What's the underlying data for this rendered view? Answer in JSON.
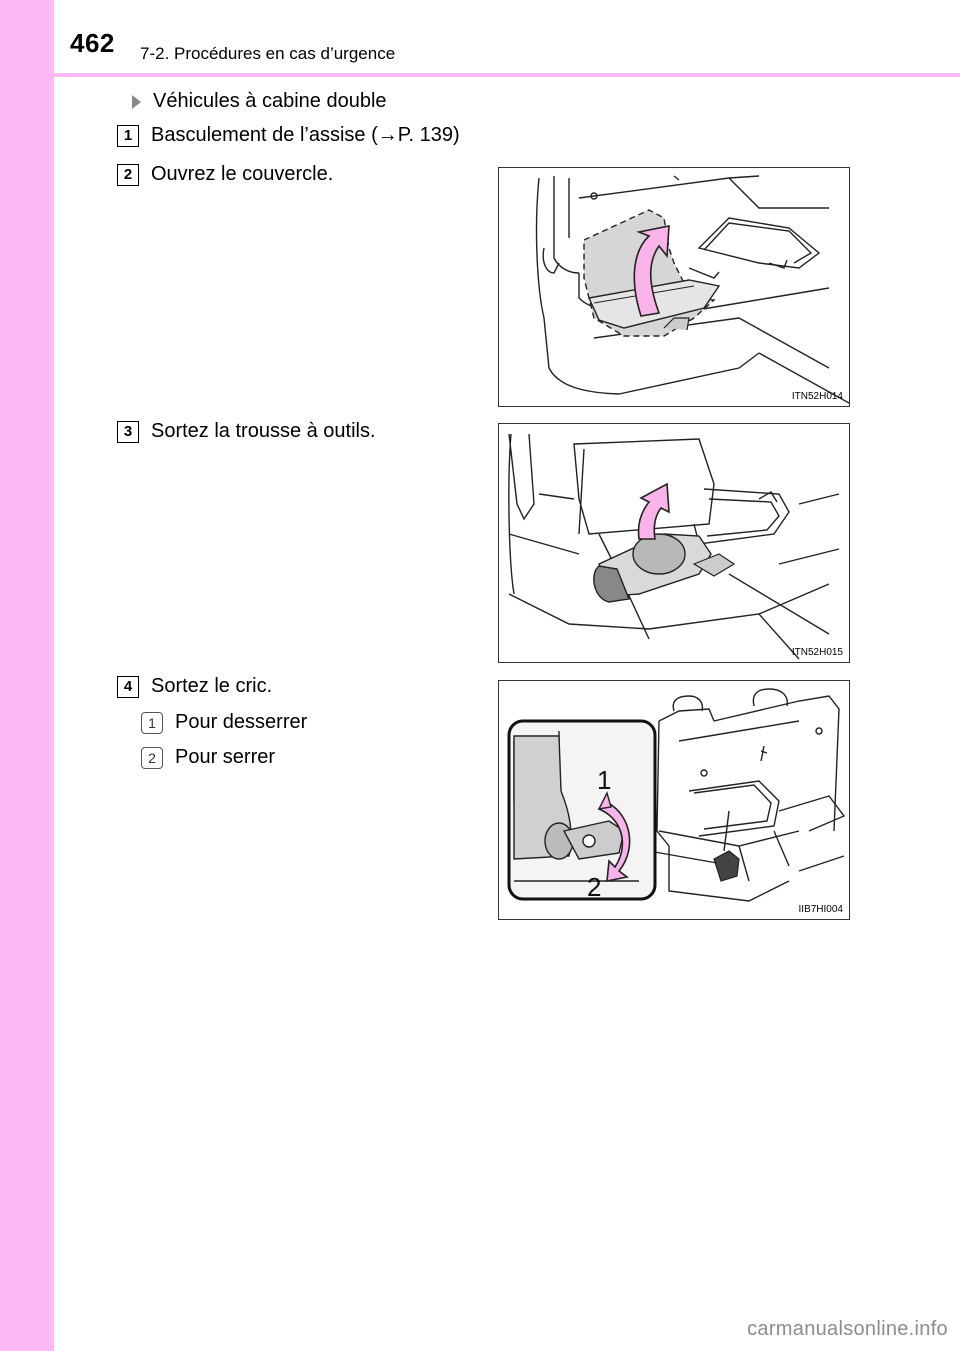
{
  "header": {
    "page_number": "462",
    "section_title": "7-2. Procédures en cas d’urgence"
  },
  "heading": "Véhicules à cabine double",
  "steps": [
    {
      "badge": "1",
      "text": "Basculement de l’assise (→P. 139)"
    },
    {
      "badge": "2",
      "text": "Ouvrez le couvercle."
    },
    {
      "badge": "3",
      "text": "Sortez la trousse à outils."
    },
    {
      "badge": "4",
      "text": "Sortez le cric."
    }
  ],
  "sub_items": [
    {
      "badge": "1",
      "text": "Pour desserrer"
    },
    {
      "badge": "2",
      "text": "Pour serrer"
    }
  ],
  "figures": [
    {
      "code": "ITN52H014"
    },
    {
      "code": "ITN52H015"
    },
    {
      "code": "IIB7HI004",
      "callouts": [
        "1",
        "2"
      ]
    }
  ],
  "colors": {
    "accent": "#fdb9f6",
    "arrow_fill": "#f8b4e8"
  },
  "watermark": "carmanualsonline.info"
}
